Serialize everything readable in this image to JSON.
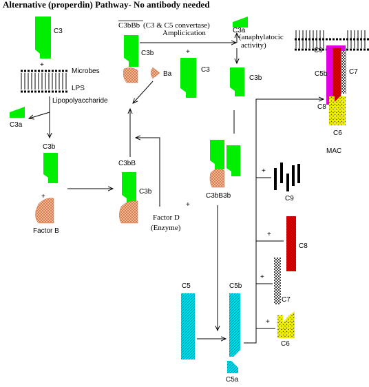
{
  "title": "Alternative (properdin) Pathway- No antibody needed",
  "labels": {
    "c3_top": "C3",
    "microbes": "Microbes",
    "lps": "LPS",
    "lipopoly": "Lipopolyaccharide",
    "c3a_left": "C3a",
    "c3b_left": "C3b",
    "factor_b": "Factor B",
    "c3bbb": "C3bBb",
    "c3c5conv": "(C3 & C5 convertase)",
    "amplicication": "Amplicication",
    "c3a_top": "C3a",
    "anaphyl1": "(anaphylatocic",
    "anaphyl2": "activity)",
    "c3b_mid": "C3b",
    "ba": "Ba",
    "c3_mid": "C3",
    "c3b_right": "C3b",
    "c3bb": "C3bB",
    "c3b_mid2": "C3b",
    "factor_d": "Factor D",
    "enzyme": "(Enzyme)",
    "c3bb3b": "C3bB3b",
    "c9_mac": "C9",
    "c5b_mac": "C5b",
    "c7_mac": "C7",
    "c8_mac": "C8",
    "c6_mac": "C6",
    "mac": "MAC",
    "c9": "C9",
    "c8": "C8",
    "c7": "C7",
    "c6": "C6",
    "c5": "C5",
    "c5b": "C5b",
    "c5a": "C5a"
  },
  "plus": "+",
  "colors": {
    "c3_green": "#00ee00",
    "factor_b_orange": "#f0a070",
    "c5_cyan": "#00e0f0",
    "c8_red": "#e00000",
    "c6_yellow": "#f0f000",
    "c9_magenta": "#e000e0"
  }
}
